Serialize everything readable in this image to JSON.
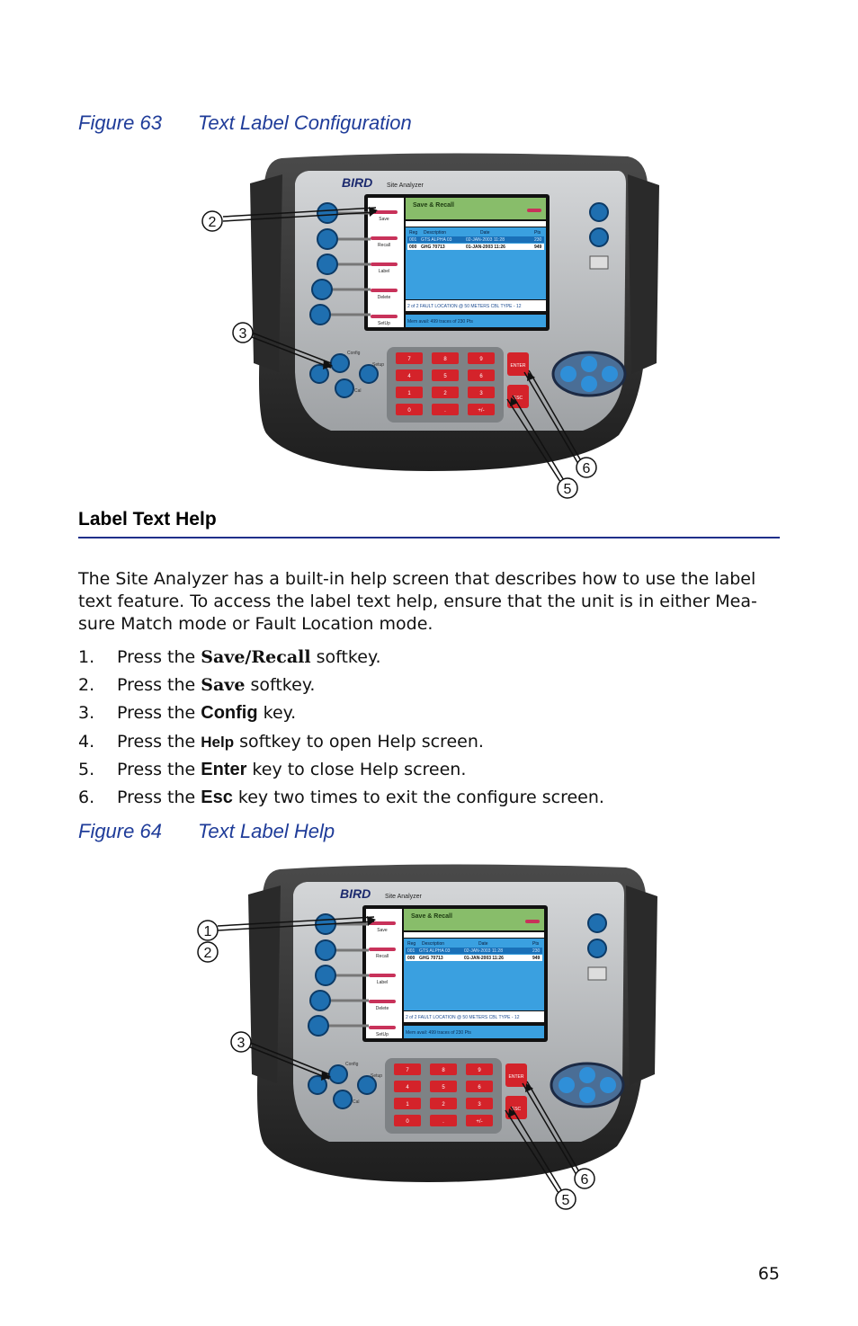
{
  "figure63": {
    "number": "Figure 63",
    "title": "Text Label Configuration",
    "callouts": [
      "2",
      "3",
      "6",
      "5"
    ]
  },
  "figure64": {
    "number": "Figure 64",
    "title": "Text Label Help",
    "callouts": [
      "1",
      "2",
      "3",
      "6",
      "5"
    ]
  },
  "device": {
    "brand": "BIRD",
    "model": "Site Analyzer",
    "screen_title": "Save & Recall",
    "softkeys": [
      "Save",
      "Recall",
      "Label",
      "Delete",
      "SetUp"
    ],
    "table_headers": [
      "Reg",
      "Description",
      "Date",
      "Pts"
    ],
    "rows": [
      {
        "reg": "001",
        "desc": "GTS ALPHA 03",
        "date": "02-JAN-2003 11:28",
        "pts": "230"
      },
      {
        "reg": "000",
        "desc": "GHG 70713",
        "date": "01-JAN-2003 11:26",
        "pts": "949"
      }
    ],
    "status_line": "2 of 2 FAULT LOCATION @ 50 METERS CBL TYPE - 12",
    "memory_line": "Mem avail: 499 traces of 230 Pts",
    "keypad": [
      "7",
      "8",
      "9",
      "4",
      "5",
      "6",
      "1",
      "2",
      "3",
      "0",
      ".",
      "+/-"
    ],
    "enter_label": "ENTER",
    "esc_label": "ESC",
    "side_labels": [
      "Config",
      "Cal",
      "Setup"
    ]
  },
  "section": {
    "heading": "Label Text Help",
    "paragraph": "The Site Analyzer has a built-in help screen that describes how to use the label text feature. To access the label text help, ensure that the unit is in either Mea-sure Match mode or Fault Location mode."
  },
  "steps": [
    {
      "num": "1.",
      "pre": "Press the ",
      "key": "Save/Recall",
      "post": " softkey."
    },
    {
      "num": "2.",
      "pre": "Press the ",
      "key": "Save",
      "post": " softkey."
    },
    {
      "num": "3.",
      "pre": "Press the ",
      "key": "Config",
      "post": " key."
    },
    {
      "num": "4.",
      "pre": "Press the ",
      "key": "Help",
      "post": " softkey to open Help screen."
    },
    {
      "num": "5.",
      "pre": "Press the ",
      "key": "Enter",
      "post": " key to close Help screen."
    },
    {
      "num": "6.",
      "pre": "Press the ",
      "key": "Esc",
      "post": " key two times to exit the configure screen."
    }
  ],
  "page_number": "65"
}
